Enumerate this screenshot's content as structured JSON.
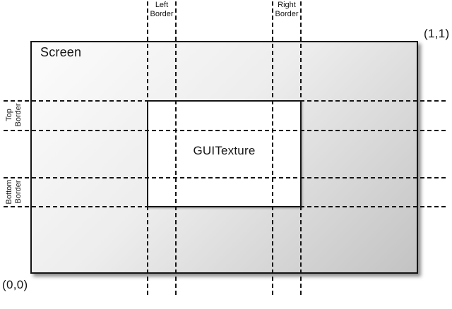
{
  "diagram": {
    "screen_label": "Screen",
    "texture_label": "GUITexture",
    "origin_label": "(0,0)",
    "unit_label": "(1,1)",
    "borders": {
      "left": {
        "line1": "Left",
        "line2": "Border"
      },
      "right": {
        "line1": "Right",
        "line2": "Border"
      },
      "top": {
        "line1": "Top",
        "line2": "Border"
      },
      "bottom": {
        "line1": "Bottom",
        "line2": "Border"
      }
    }
  },
  "colors": {
    "page_background": "#ffffff",
    "screen_gradient_start": "#fcfcfc",
    "screen_gradient_end": "#c3c3c3",
    "texture_fill": "#ffffff",
    "outline_and_dashes": "#141414",
    "shadow": "rgba(0,0,0,0.45)"
  }
}
